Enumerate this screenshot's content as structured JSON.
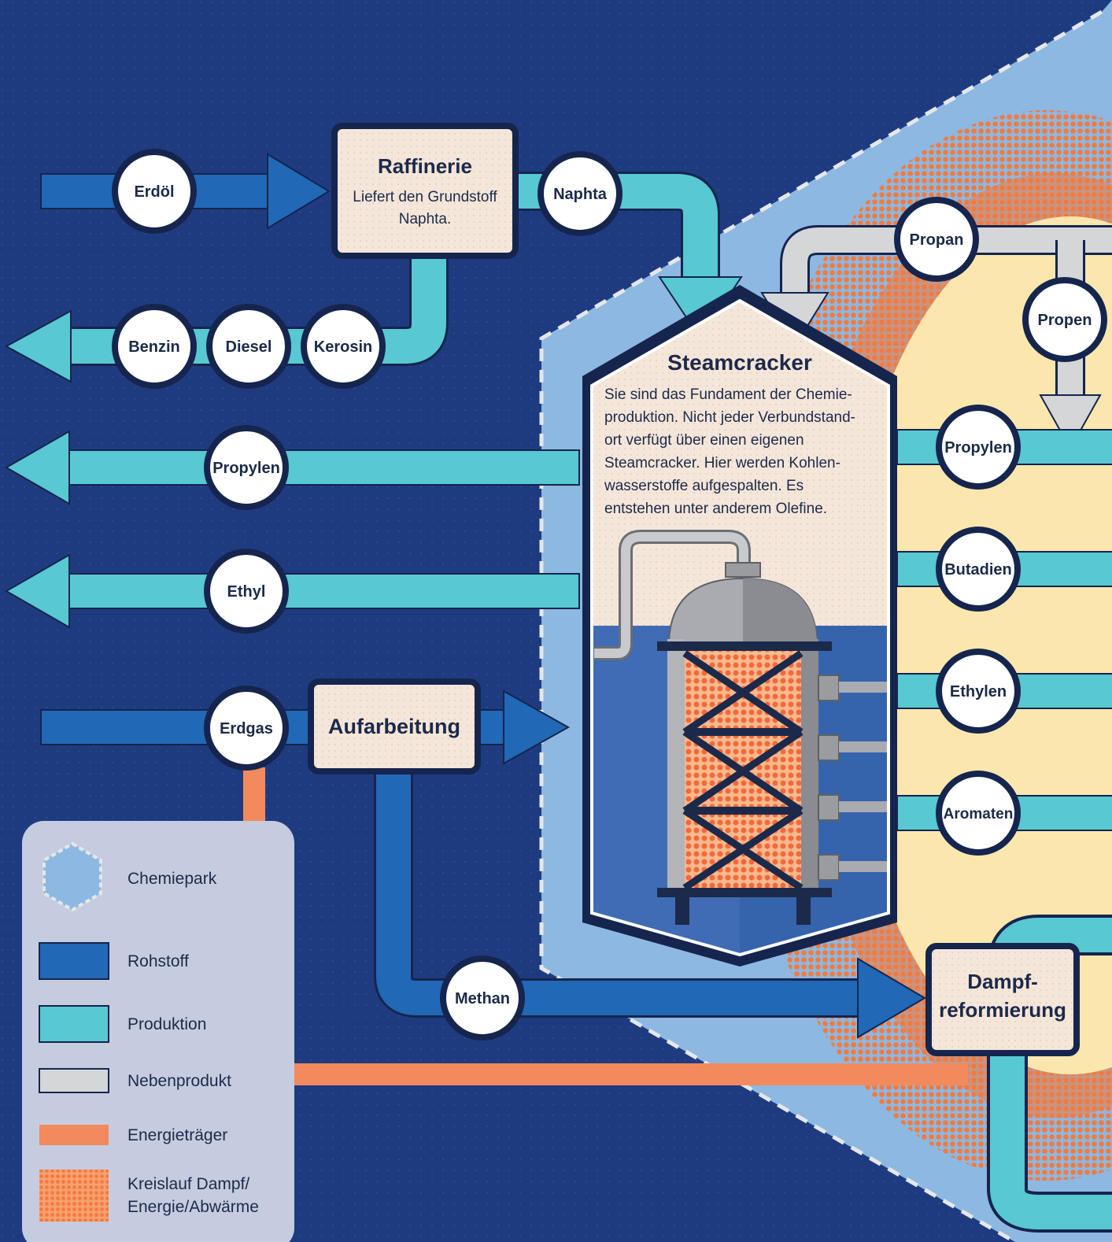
{
  "colors": {
    "background": "#1f3b80",
    "rohstoff": "#2168b6",
    "produktion": "#58c8d2",
    "nebenprodukt": "#d4d6d8",
    "energietraeger": "#f28a5d",
    "kreislauf": "#f47a3c",
    "chemiepark": "#8db8e2",
    "outline": "#15254e"
  },
  "raffinerie": {
    "title": "Raffinerie",
    "text_line1": "Liefert den Grundstoff",
    "text_line2": "Naphta."
  },
  "steamcracker": {
    "title": "Steamcracker",
    "lines": [
      "Sie sind das Fundament der Chemie-",
      "produktion. Nicht jeder Verbundstand-",
      "ort verfügt über einen eigenen",
      "Steamcracker. Hier werden Kohlen-",
      "wasserstoffe aufgespalten. Es",
      "entstehen unter anderem Olefine."
    ]
  },
  "aufarbeitung": {
    "title": "Aufarbeitung"
  },
  "dampfreformierung": {
    "line1": "Dampf-",
    "line2": "reformierung"
  },
  "nodes": {
    "erdoel": "Erdöl",
    "naphta": "Naphta",
    "benzin": "Benzin",
    "diesel": "Diesel",
    "kerosin": "Kerosin",
    "propylen_left": "Propylen",
    "ethyl": "Ethyl",
    "erdgas": "Erdgas",
    "methan": "Methan",
    "propan": "Propan",
    "propen": "Propen",
    "propylen_right": "Propylen",
    "butadien": "Butadien",
    "ethylen": "Ethylen",
    "aromaten": "Aromaten"
  },
  "legend": {
    "items": [
      {
        "id": "chemiepark",
        "label": "Chemiepark"
      },
      {
        "id": "rohstoff",
        "label": "Rohstoff"
      },
      {
        "id": "produktion",
        "label": "Produktion"
      },
      {
        "id": "nebenprodukt",
        "label": "Nebenprodukt"
      },
      {
        "id": "energietraeger",
        "label": "Energieträger"
      },
      {
        "id": "kreislauf",
        "label_line1": "Kreislauf Dampf/",
        "label_line2": "Energie/Abwärme"
      }
    ]
  }
}
